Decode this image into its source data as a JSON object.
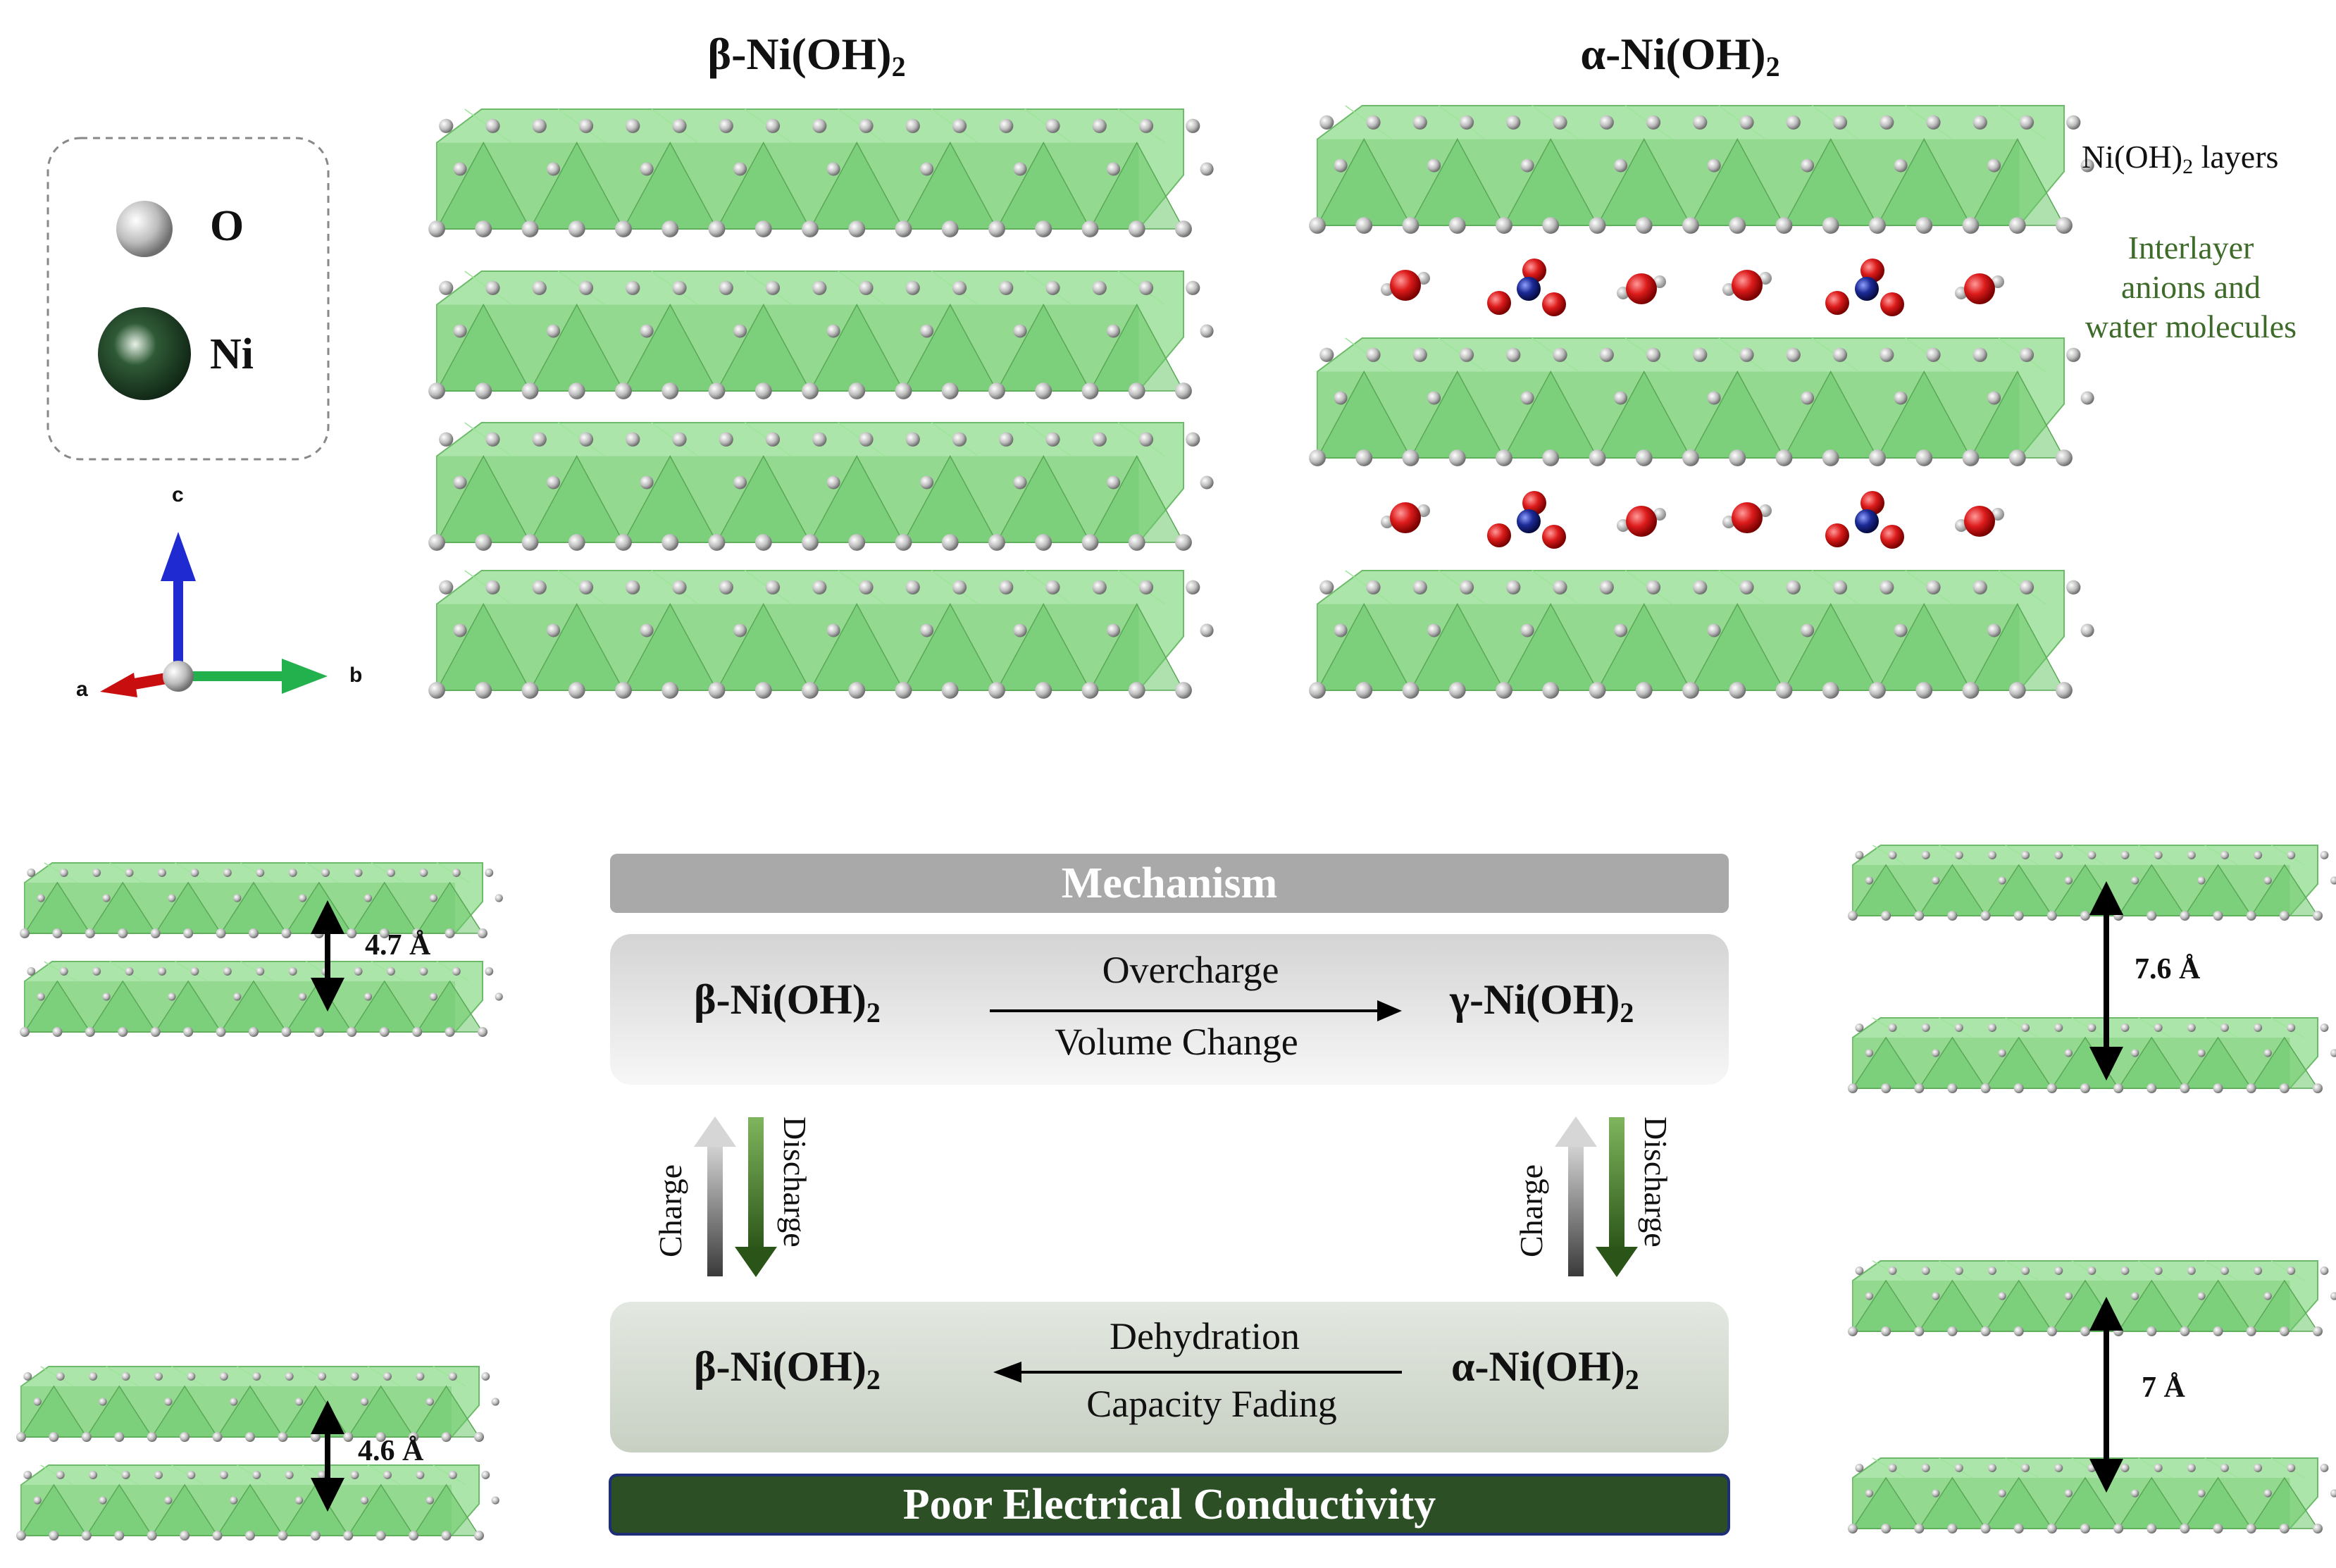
{
  "top_titles": {
    "beta": {
      "main": "β-Ni(OH)",
      "sub": "2"
    },
    "alpha": {
      "main": "α-Ni(OH)",
      "sub": "2"
    }
  },
  "legend": {
    "items": [
      {
        "label": "O",
        "color": "#c8c8c8",
        "icon": "oxygen-atom-icon"
      },
      {
        "label": "Ni",
        "color": "#1f3d25",
        "icon": "nickel-atom-icon"
      }
    ]
  },
  "axes": {
    "c": "c",
    "a": "a",
    "b": "b"
  },
  "side_labels": {
    "layers_main": "Ni(OH)",
    "layers_sub": "2",
    "layers_tail": " layers",
    "interlayer": [
      "Interlayer",
      "anions and",
      "water molecules"
    ]
  },
  "distances": {
    "beta_top": "4.7 Å",
    "beta_bottom": "4.6 Å",
    "gamma": "7.6 Å",
    "alpha": "7 Å"
  },
  "mechanism": {
    "title": "Mechanism",
    "row1": {
      "left": {
        "main": "β-Ni(OH)",
        "sub": "2"
      },
      "right": {
        "main": "γ-Ni(OH)",
        "sub": "2"
      },
      "above": "Overcharge",
      "below": "Volume Change"
    },
    "row2": {
      "left": {
        "main": "β-Ni(OH)",
        "sub": "2"
      },
      "right": {
        "main": "α-Ni(OH)",
        "sub": "2"
      },
      "above": "Dehydration",
      "below": "Capacity Fading"
    },
    "charge": "Charge",
    "discharge": "Discharge",
    "footer": "Poor Electrical Conductivity"
  },
  "colors": {
    "octahedra": "#8fdc8c",
    "mechanism_header": "#a9a9a9",
    "footer": "#2c4f26",
    "oxygen_red": "#d01515",
    "nitrogen_blue": "#1a237e",
    "discharge_green": "#3a6b22"
  }
}
